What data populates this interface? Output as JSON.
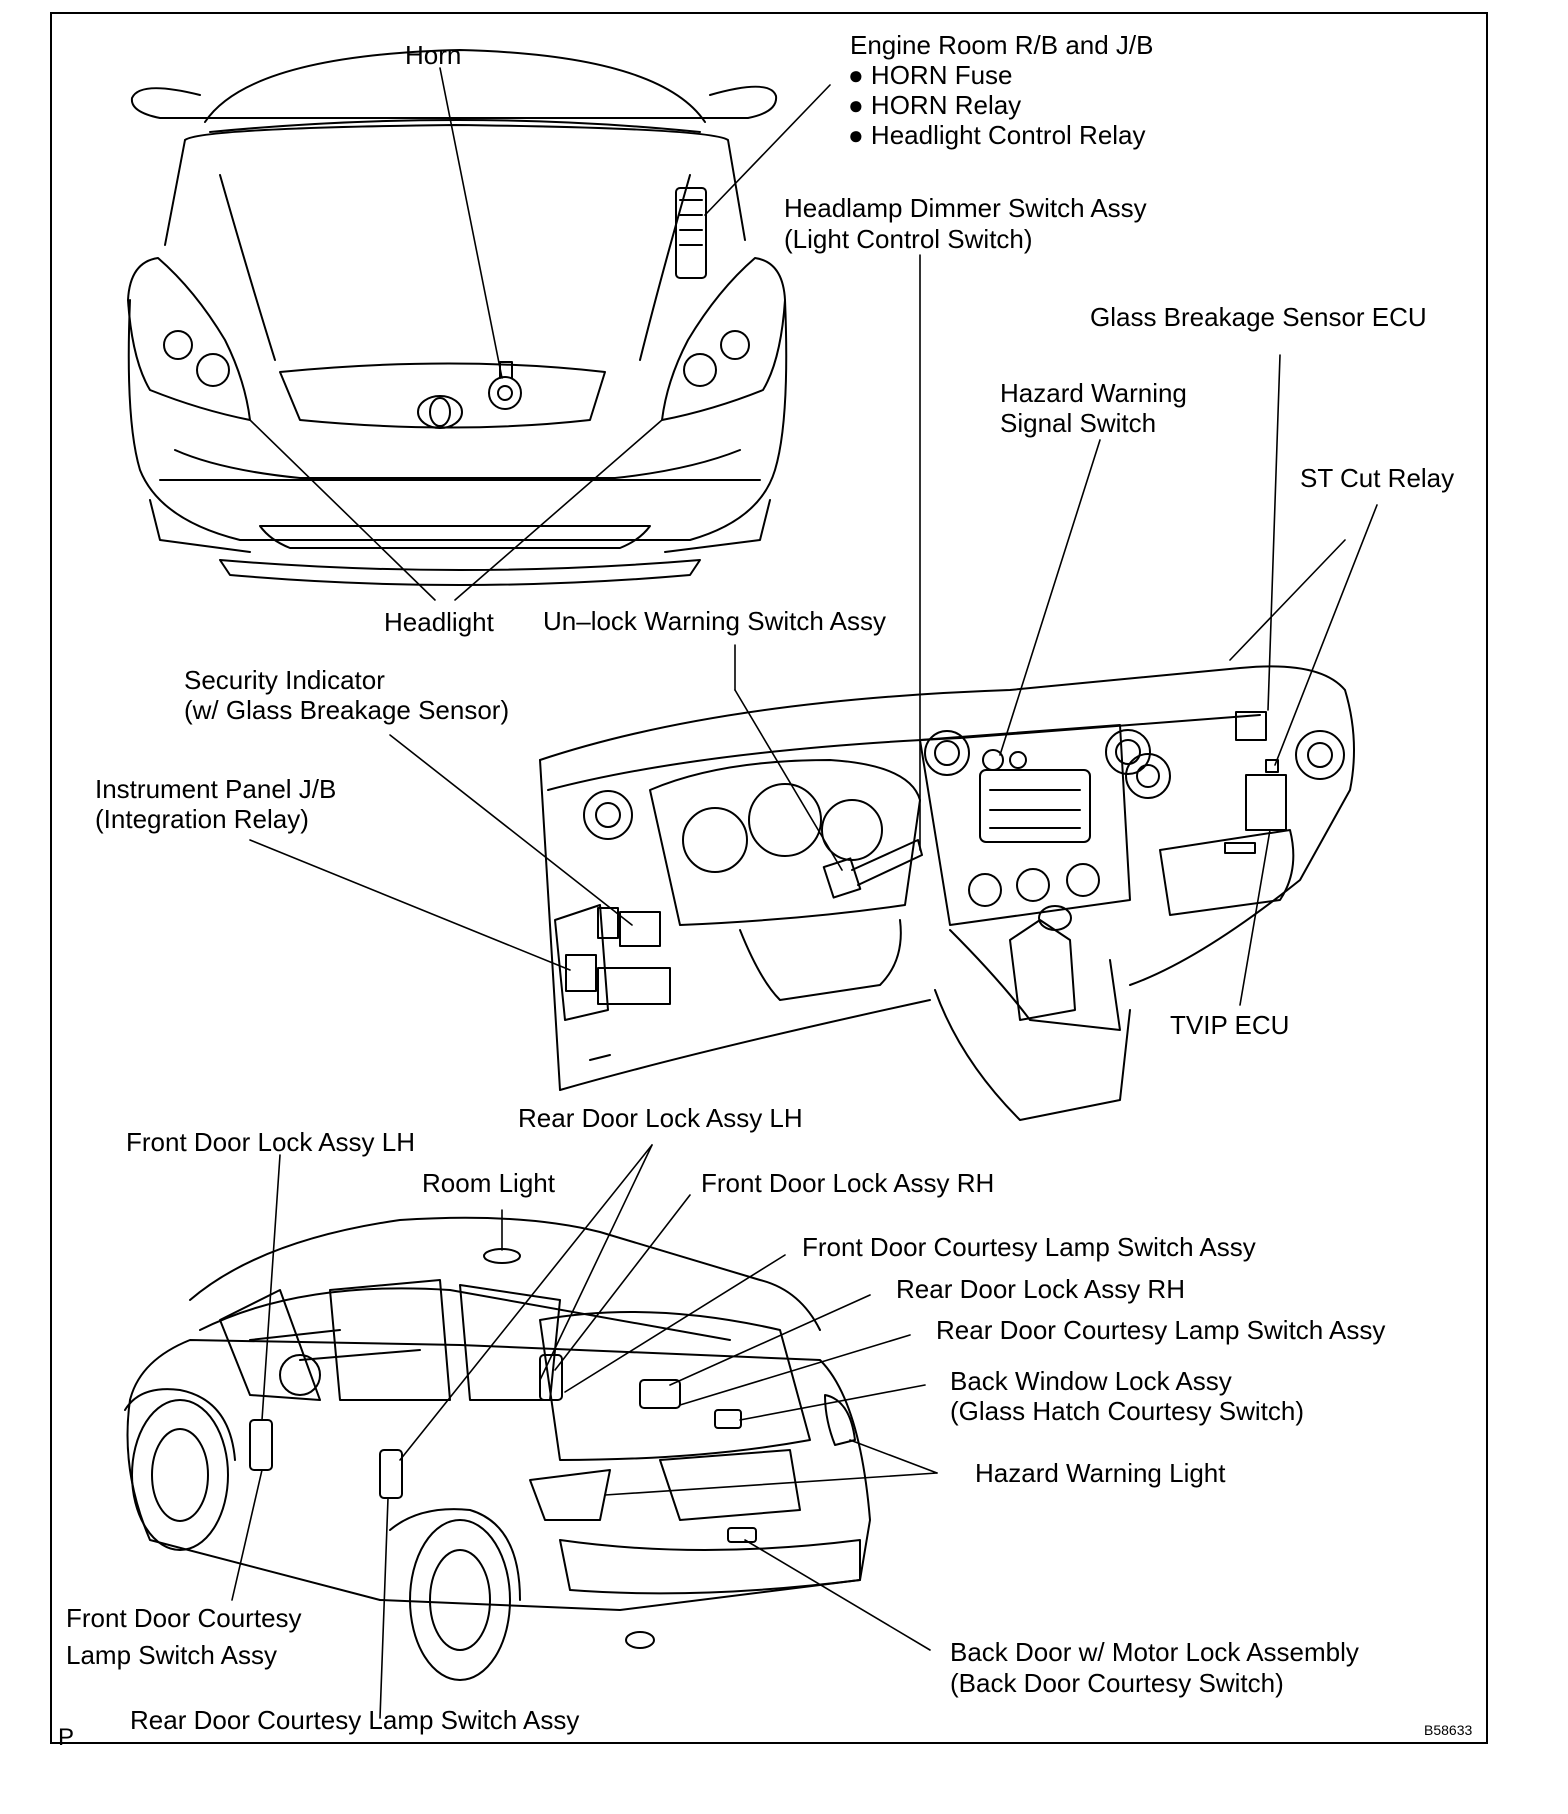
{
  "labels": {
    "horn": "Horn",
    "engine_room_rb_jb": "Engine Room R/B and J/B",
    "horn_fuse": "● HORN Fuse",
    "horn_relay": "● HORN Relay",
    "headlight_control_relay": "● Headlight Control Relay",
    "dimmer_switch_1": "Headlamp Dimmer Switch Assy",
    "dimmer_switch_2": "(Light Control Switch)",
    "glass_breakage_ecu": "Glass Breakage Sensor ECU",
    "hazard_switch_1": "Hazard Warning",
    "hazard_switch_2": "Signal Switch",
    "st_cut_relay": "ST Cut Relay",
    "headlight": "Headlight",
    "unlock_warning_switch": "Un–lock Warning Switch Assy",
    "security_indicator_1": "Security Indicator",
    "security_indicator_2": "(w/ Glass Breakage Sensor)",
    "ip_jb_1": "Instrument Panel J/B",
    "ip_jb_2": "(Integration Relay)",
    "tvip_ecu": "TVIP ECU",
    "rear_door_lock_lh": "Rear Door Lock Assy LH",
    "front_door_lock_lh": "Front Door Lock Assy LH",
    "room_light": "Room Light",
    "front_door_lock_rh": "Front Door Lock Assy RH",
    "front_courtesy_switch_rh": "Front Door Courtesy Lamp Switch Assy",
    "rear_door_lock_rh": "Rear Door Lock Assy RH",
    "rear_courtesy_switch_rh": "Rear Door Courtesy Lamp Switch Assy",
    "back_window_lock_1": "Back Window Lock Assy",
    "back_window_lock_2": "(Glass Hatch Courtesy Switch)",
    "hazard_light": "Hazard Warning Light",
    "front_courtesy_switch_lh_1": "Front Door Courtesy",
    "front_courtesy_switch_lh_2": "Lamp Switch Assy",
    "back_door_1": "Back Door w/ Motor Lock Assembly",
    "back_door_2": "(Back Door Courtesy Switch)",
    "rear_courtesy_switch_lh": "Rear Door Courtesy Lamp Switch Assy"
  },
  "corner_mark": "P",
  "figure_code": "B58633"
}
